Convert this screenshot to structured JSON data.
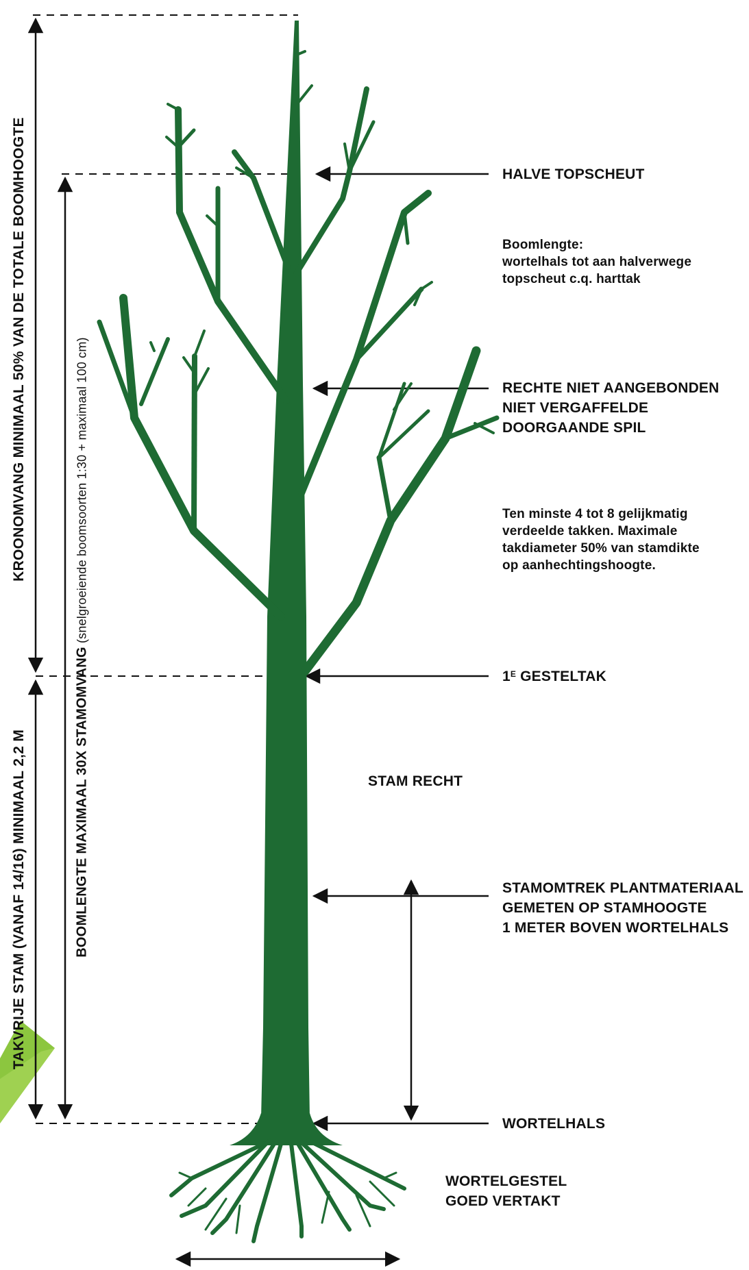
{
  "labels": {
    "halve_topscheut": "HALVE TOPSCHEUT",
    "boomlengte_title": "Boomlengte:",
    "boomlengte_line2": "wortelhals tot aan halverwege",
    "boomlengte_line3": "topscheut c.q. harttak",
    "spil_line1": "RECHTE NIET AANGEBONDEN",
    "spil_line2": "NIET VERGAFFELDE",
    "spil_line3": "DOORGAANDE SPIL",
    "takken_line1": "Ten minste 4 tot 8 gelijkmatig",
    "takken_line2": "verdeelde takken. Maximale",
    "takken_line3": "takdiameter 50% van stamdikte",
    "takken_line4": "op aanhechtingshoogte.",
    "gesteltak_prefix": "1",
    "gesteltak_sup": "E",
    "gesteltak_suffix": " GESTELTAK",
    "stam_recht": "STAM RECHT",
    "stamomtrek_line1": "STAMOMTREK PLANTMATERIAAL",
    "stamomtrek_line2": "GEMETEN OP STAMHOOGTE",
    "stamomtrek_line3": "1 METER BOVEN WORTELHALS",
    "wortelhals": "WORTELHALS",
    "wortelgestel_line1": "WORTELGESTEL",
    "wortelgestel_line2": "GOED VERTAKT"
  },
  "vertical_labels": {
    "kroonomvang": "KROONOMVANG MINIMAAL 50% VAN DE TOTALE BOOMHOOGTE",
    "takvrije_stam": "TAKVRIJE STAM (VANAF 14/16) MINIMAAL 2,2 M",
    "boomlengte_bold": "BOOMLENGTE MAXIMAAL 30X STAMOMVANG",
    "boomlengte_regular": " (snelgroeiende boomsoorten 1:30 + maximaal 100 cm)"
  },
  "colors": {
    "tree_green": "#1e6b33",
    "logo_green": "#8cc63f",
    "line_black": "#111111"
  }
}
